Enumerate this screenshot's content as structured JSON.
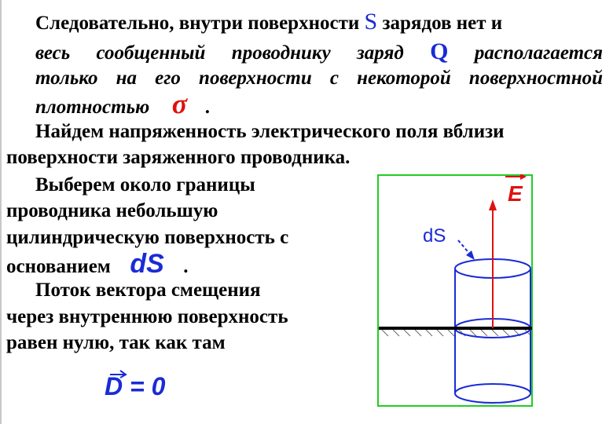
{
  "slide": {
    "line1": "Следовательно, внутри поверхности",
    "line1_sym": "S",
    "line1_end": "зарядов нет и",
    "line2_start": "весь сообщенный проводнику заряд",
    "line2_sym": "Q",
    "line2_end": "располагается",
    "line3": "только на его поверхности с некоторой поверхностной",
    "line4": "плотностью",
    "line4_sym": "σ",
    "line4_end": ".",
    "line5": "Найдем напряженность электрического поля вблизи",
    "line6": "поверхности заряженного проводника.",
    "line7": "Выберем около границы",
    "line8": "проводника небольшую",
    "line9": "цилиндрическую поверхность с",
    "line10": "основанием",
    "line10_sym": "dS",
    "line10_end": ".",
    "line11": "Поток вектора смещения",
    "line12": "через внутреннюю поверхность",
    "line13": "равен нулю, так как там",
    "formula": "D = 0"
  },
  "figure": {
    "label_E": "E",
    "label_dS": "dS",
    "colors": {
      "frame": "#22cc22",
      "cylinder": "#1a2bd6",
      "field_arrow": "#e01010",
      "label_E": "#e01010",
      "label_dS": "#1a2bd6",
      "surface_line": "#000000"
    }
  }
}
